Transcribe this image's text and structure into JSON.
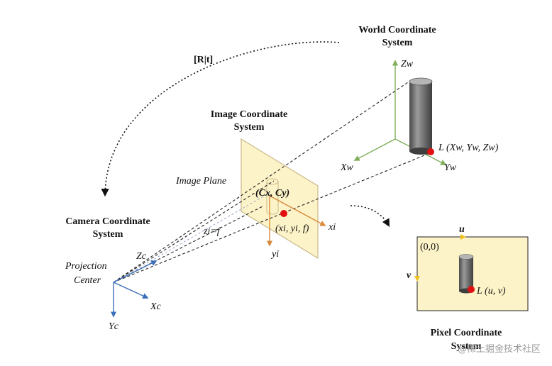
{
  "titles": {
    "world_1": "World Coordinate",
    "world_2": "System",
    "image_1": "Image Coordinate",
    "image_2": "System",
    "camera_1": "Camera Coordinate",
    "camera_2": "System",
    "pixel_1": "Pixel Coordinate",
    "pixel_2": "System"
  },
  "labels": {
    "transform": "[R|t]",
    "image_plane": "Image Plane",
    "principal_point": "(Cx, Cy)",
    "image_point": "(xi, yi, f)",
    "focal": "zi=f",
    "projection_1": "Projection",
    "projection_2": "Center",
    "world_point": "L (Xw, Yw, Zw)",
    "pixel_point": "L (u, v)",
    "origin": "(0,0)"
  },
  "axes": {
    "zw": "Zw",
    "xw": "Xw",
    "yw": "Yw",
    "zc": "Zc",
    "xc": "Xc",
    "yc": "Yc",
    "xi": "xi",
    "yi": "yi",
    "u": "u",
    "v": "v"
  },
  "watermark": "@稀土掘金技术社区",
  "colors": {
    "plane_fill": "#fdf3c8",
    "plane_stroke": "#c9b98a",
    "world_axis": "#7fae5a",
    "camera_axis": "#3b6fb8",
    "image_axis": "#d98a3a",
    "point": "#e01010",
    "pixel_axis": "#f0c020"
  }
}
